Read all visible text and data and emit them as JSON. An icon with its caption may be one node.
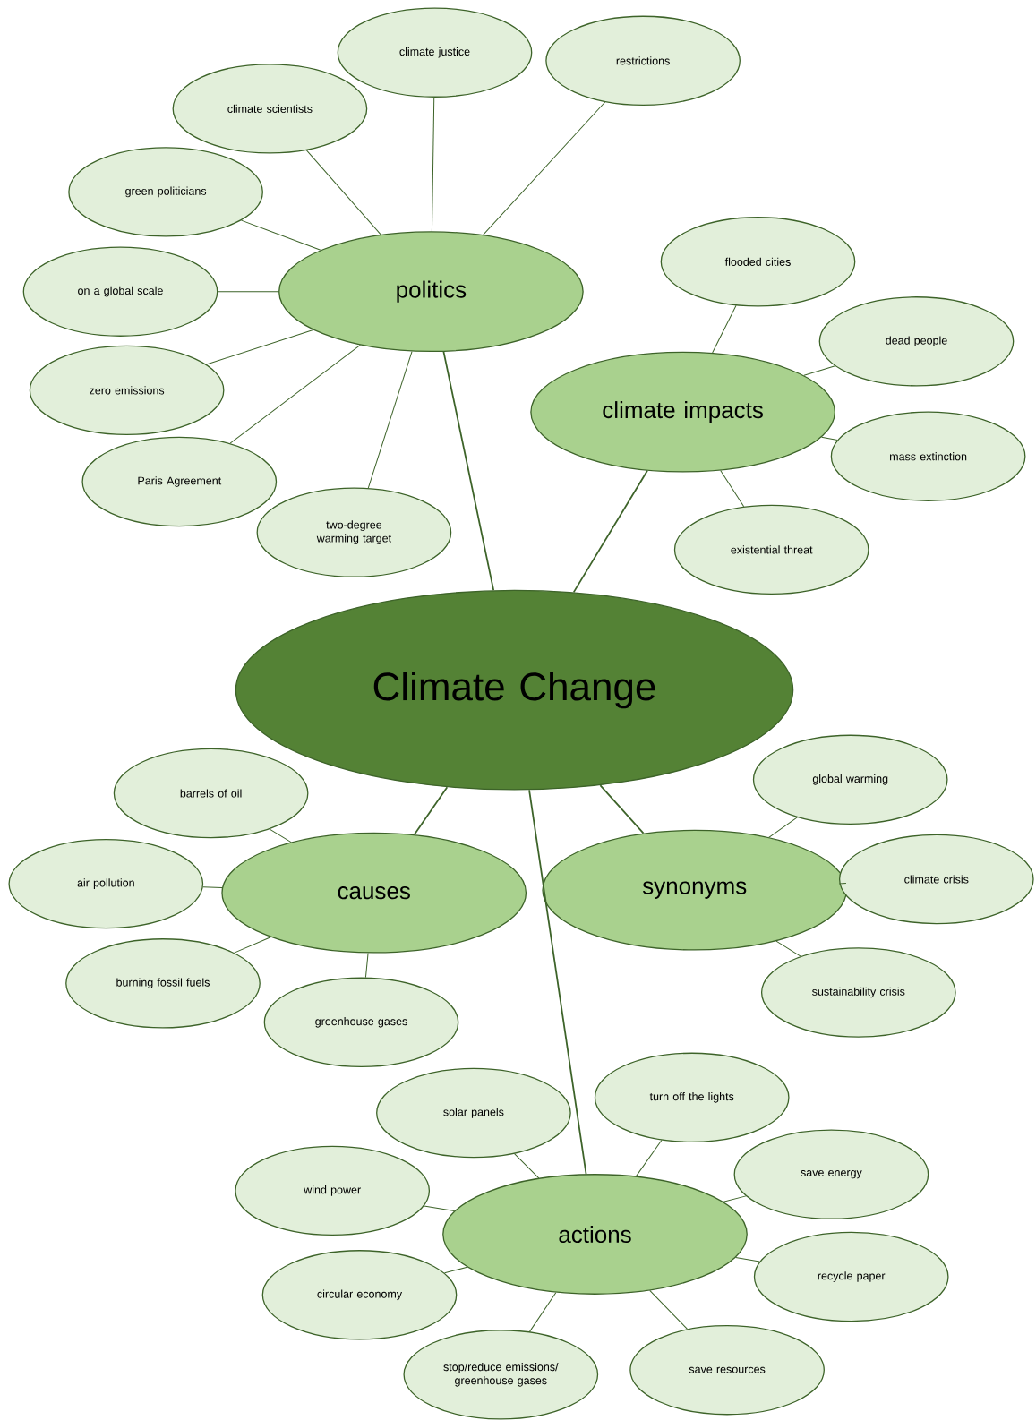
{
  "diagram": {
    "nodes": [
      {
        "text": [
          "Climate Change"
        ]
      },
      {
        "text": [
          "politics"
        ]
      },
      {
        "text": [
          "climate justice"
        ]
      },
      {
        "text": [
          "restrictions"
        ]
      },
      {
        "text": [
          "climate scientists"
        ]
      },
      {
        "text": [
          "green politicians"
        ]
      },
      {
        "text": [
          "on a global scale"
        ]
      },
      {
        "text": [
          "zero emissions"
        ]
      },
      {
        "text": [
          "Paris Agreement"
        ]
      },
      {
        "text": [
          "two-degree warming target"
        ]
      },
      {
        "text": [
          "climate impacts"
        ]
      },
      {
        "text": [
          "flooded cities"
        ]
      },
      {
        "text": [
          "dead people"
        ]
      },
      {
        "text": [
          "mass extinction"
        ]
      },
      {
        "text": [
          "existential threat"
        ]
      },
      {
        "text": [
          "causes"
        ]
      },
      {
        "text": [
          "barrels of oil"
        ]
      },
      {
        "text": [
          "air pollution"
        ]
      },
      {
        "text": [
          "burning fossil fuels"
        ]
      },
      {
        "text": [
          "greenhouse gases"
        ]
      },
      {
        "text": [
          "synonyms"
        ]
      },
      {
        "text": [
          "global warming"
        ]
      },
      {
        "text": [
          "climate crisis"
        ]
      },
      {
        "text": [
          "sustainability crisis"
        ]
      },
      {
        "text": [
          "actions"
        ]
      },
      {
        "text": [
          "solar panels"
        ]
      },
      {
        "text": [
          "turn off the lights"
        ]
      },
      {
        "text": [
          "wind power"
        ]
      },
      {
        "text": [
          "save energy"
        ]
      },
      {
        "text": [
          "circular economy"
        ]
      },
      {
        "text": [
          "recycle paper"
        ]
      },
      {
        "text": [
          "stop/reduce emissions/ greenhouse gases"
        ]
      },
      {
        "text": [
          "save resources"
        ]
      }
    ],
    "edges": [
      {
        "from": 0,
        "to": 1,
        "arrow": "none"
      },
      {
        "from": 0,
        "to": 10,
        "arrow": "none"
      },
      {
        "from": 0,
        "to": 15,
        "arrow": "none"
      },
      {
        "from": 0,
        "to": 20,
        "arrow": "none"
      },
      {
        "from": 0,
        "to": 24,
        "arrow": "none"
      },
      {
        "from": 1,
        "to": 2,
        "arrow": "none"
      },
      {
        "from": 1,
        "to": 3,
        "arrow": "none"
      },
      {
        "from": 1,
        "to": 4,
        "arrow": "none"
      },
      {
        "from": 1,
        "to": 5,
        "arrow": "none"
      },
      {
        "from": 1,
        "to": 6,
        "arrow": "none"
      },
      {
        "from": 1,
        "to": 7,
        "arrow": "none"
      },
      {
        "from": 1,
        "to": 8,
        "arrow": "none"
      },
      {
        "from": 1,
        "to": 9,
        "arrow": "none"
      },
      {
        "from": 10,
        "to": 11,
        "arrow": "none"
      },
      {
        "from": 10,
        "to": 12,
        "arrow": "none"
      },
      {
        "from": 10,
        "to": 13,
        "arrow": "none"
      },
      {
        "from": 10,
        "to": 14,
        "arrow": "none"
      },
      {
        "from": 15,
        "to": 16,
        "arrow": "none"
      },
      {
        "from": 15,
        "to": 17,
        "arrow": "none"
      },
      {
        "from": 15,
        "to": 18,
        "arrow": "none"
      },
      {
        "from": 15,
        "to": 19,
        "arrow": "none"
      },
      {
        "from": 20,
        "to": 21,
        "arrow": "none"
      },
      {
        "from": 20,
        "to": 22,
        "arrow": "none"
      },
      {
        "from": 20,
        "to": 23,
        "arrow": "none"
      },
      {
        "from": 24,
        "to": 25,
        "arrow": "none"
      },
      {
        "from": 24,
        "to": 26,
        "arrow": "none"
      },
      {
        "from": 24,
        "to": 27,
        "arrow": "none"
      },
      {
        "from": 24,
        "to": 28,
        "arrow": "none"
      },
      {
        "from": 24,
        "to": 29,
        "arrow": "none"
      },
      {
        "from": 24,
        "to": 30,
        "arrow": "none"
      },
      {
        "from": 24,
        "to": 31,
        "arrow": "none"
      },
      {
        "from": 24,
        "to": 32,
        "arrow": "none"
      }
    ]
  }
}
